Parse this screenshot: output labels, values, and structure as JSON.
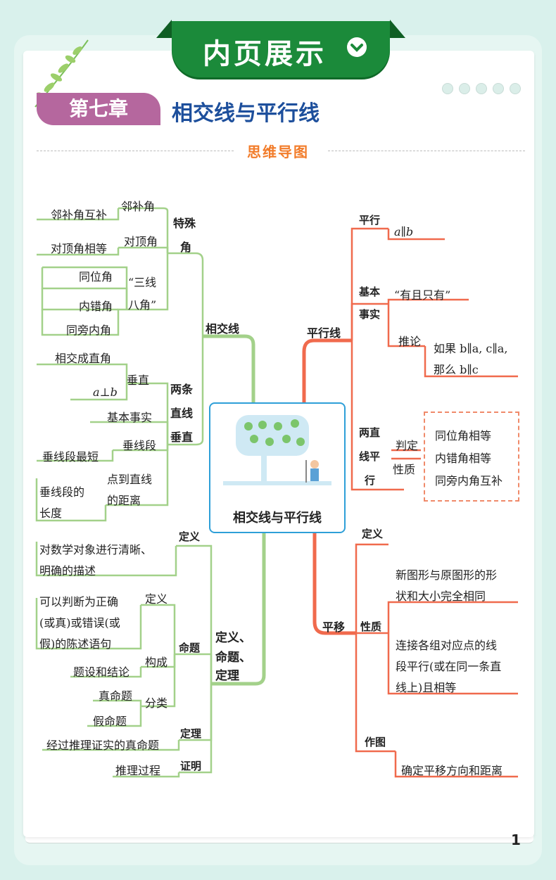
{
  "banner": {
    "title": "内页展示"
  },
  "chapter": {
    "tag": "第七章",
    "title": "相交线与平行线"
  },
  "section_title": "思维导图",
  "page_number": "1",
  "center": {
    "label": "相交线与平行线"
  },
  "left": {
    "xiangjiao": {
      "label": "相交线",
      "teshu": {
        "label_1": "特殊",
        "label_2": "角",
        "linbu": {
          "label": "邻补角",
          "leaf": "邻补角互补"
        },
        "duiding": {
          "label": "对顶角",
          "leaf": "对顶角相等"
        },
        "sanxian": {
          "label_1": "“三线",
          "label_2": "八角”",
          "leaves": [
            "同位角",
            "内错角",
            "同旁内角"
          ]
        }
      },
      "chuizhi": {
        "label_1": "两条",
        "label_2": "直线",
        "label_3": "垂直",
        "chui": {
          "label": "垂直",
          "leaf_1": "相交成直角",
          "leaf_2": "a⊥b"
        },
        "jiben": "基本事实",
        "chuixianduan": {
          "label": "垂线段",
          "leaf": "垂线段最短"
        },
        "juli": {
          "label_1": "点到直线",
          "label_2": "的距离",
          "leaf_1": "垂线段的",
          "leaf_2": "长度"
        }
      }
    },
    "dingyi": {
      "label_1": "定义、",
      "label_2": "命题、",
      "label_3": "定理",
      "def": {
        "label": "定义",
        "leaf_1": "对数学对象进行清晰、",
        "leaf_2": "明确的描述"
      },
      "mingti": {
        "label": "命题",
        "def": {
          "label": "定义",
          "leaf_1": "可以判断为正确",
          "leaf_2": "(或真)或错误(或",
          "leaf_3": "假)的陈述语句"
        },
        "goucheng": {
          "label": "构成",
          "leaf": "题设和结论"
        },
        "fenlei": {
          "label": "分类",
          "leaf_1": "真命题",
          "leaf_2": "假命题"
        }
      },
      "dingli": {
        "label": "定理",
        "leaf": "经过推理证实的真命题"
      },
      "zhengming": {
        "label": "证明",
        "leaf": "推理过程"
      }
    }
  },
  "right": {
    "pingxing": {
      "label": "平行线",
      "px": {
        "label": "平行",
        "leaf": "a∥b"
      },
      "jiben": {
        "label_1": "基本",
        "label_2": "事实",
        "leaf": "“有且只有”",
        "tuilun": {
          "label": "推论",
          "leaf_1": "如果 b∥a, c∥a,",
          "leaf_2": "那么 b∥c"
        }
      },
      "liangzhi": {
        "label_1": "两直",
        "label_2": "线平",
        "label_3": "行",
        "pd": "判定",
        "xz": "性质",
        "leaves": [
          "同位角相等",
          "内错角相等",
          "同旁内角互补"
        ]
      }
    },
    "pingyi": {
      "label": "平移",
      "def": "定义",
      "xingzhi": {
        "label": "性质",
        "leaf_1a": "新图形与原图形的形",
        "leaf_1b": "状和大小完全相同",
        "leaf_2a": "连接各组对应点的线",
        "leaf_2b": "段平行(或在同一条直",
        "leaf_2c": "线上)且相等"
      },
      "zuotu": {
        "label": "作图",
        "leaf": "确定平移方向和距离"
      }
    }
  },
  "colors": {
    "green_branch": "#a3d18a",
    "red_branch": "#f06a4d",
    "banner": "#1b8a3a",
    "chapter_tag": "#b5679e",
    "title_blue": "#1d4f9c",
    "orange": "#f27c2a"
  }
}
